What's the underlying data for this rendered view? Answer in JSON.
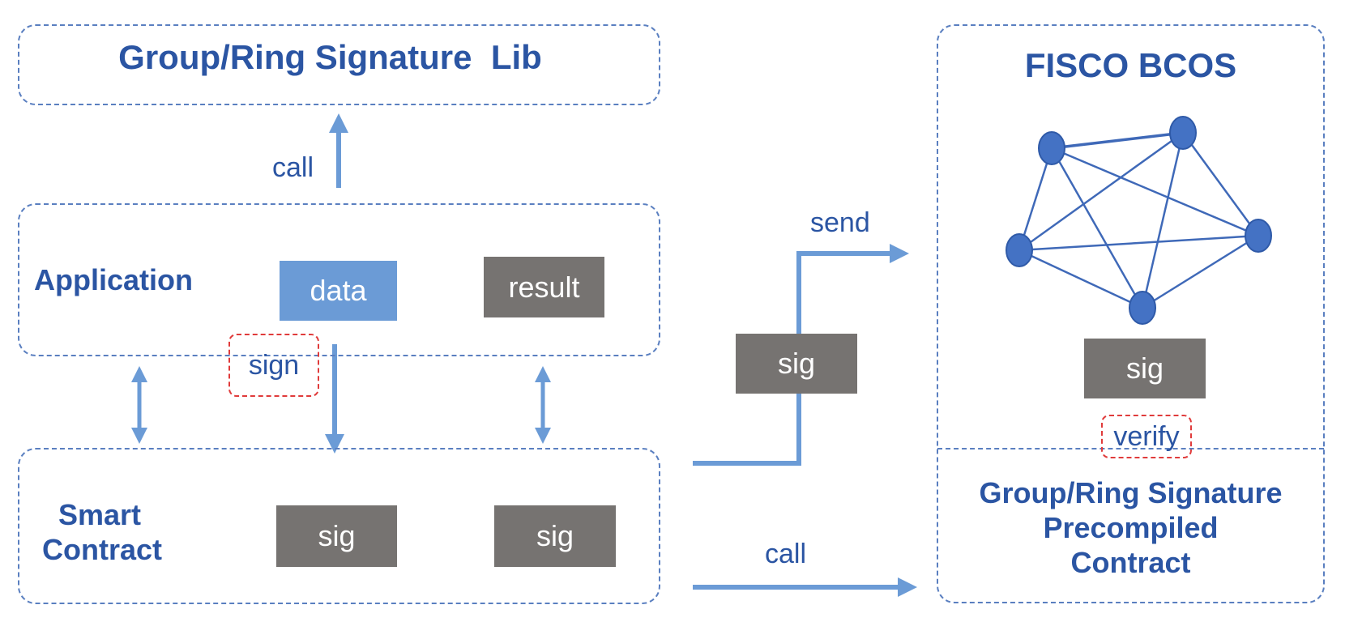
{
  "lib_box": {
    "title": "Group/Ring Signature  Lib"
  },
  "application_box": {
    "title": "Application",
    "data_label": "data",
    "result_label": "result"
  },
  "smart_contract_box": {
    "title_line1": "Smart",
    "title_line2": "Contract",
    "sig_left": "sig",
    "sig_right": "sig"
  },
  "fisco_box": {
    "title": "FISCO BCOS",
    "sig_label": "sig",
    "verify_label": "verify"
  },
  "precompiled_box": {
    "line1": "Group/Ring Signature",
    "line2": "Precompiled",
    "line3": "Contract"
  },
  "arrows": {
    "call_top": "call",
    "sign": "sign",
    "send": "send",
    "call_bottom": "call",
    "sig_transit": "sig"
  },
  "colors": {
    "accent_text": "#2b55a3",
    "arrow": "#6b9bd6",
    "dashed_border": "#5a7fc0",
    "node": "#4472c4",
    "gray_block": "#767371",
    "red_dash": "#e03b3b"
  }
}
